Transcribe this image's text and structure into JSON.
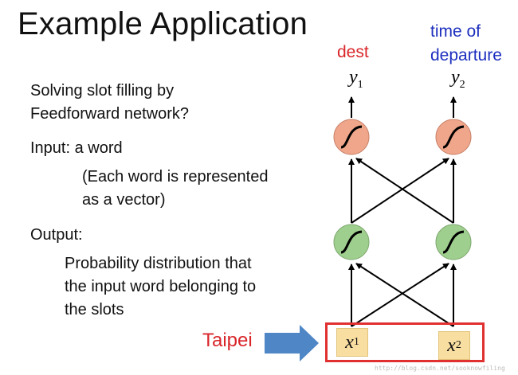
{
  "title": "Example Application",
  "body": {
    "line1": "Solving slot filling by",
    "line2": "Feedforward network?",
    "input_label": "Input: a word",
    "input_note1": "(Each word is represented",
    "input_note2": "as a vector)",
    "output_label": "Output:",
    "output_note1": "Probability distribution that",
    "output_note2": "the input word belonging to",
    "output_note3": "the slots"
  },
  "diagram": {
    "dest_label": "dest",
    "time_label_1": "time of",
    "time_label_2": "departure",
    "y1_main": "y",
    "y1_sub": "1",
    "y2_main": "y",
    "y2_sub": "2",
    "x1_main": "x",
    "x1_sub": "1",
    "x2_main": "x",
    "x2_sub": "2",
    "input_word": "Taipei",
    "output_node_color": "#f0a68a",
    "hidden_node_color": "#9fcf8f",
    "input_box_color": "#f8dea0",
    "frame_color": "#e03030",
    "arrow_color": "#4f86c6"
  },
  "watermark": "http://blog.csdn.net/sooknowfiling"
}
